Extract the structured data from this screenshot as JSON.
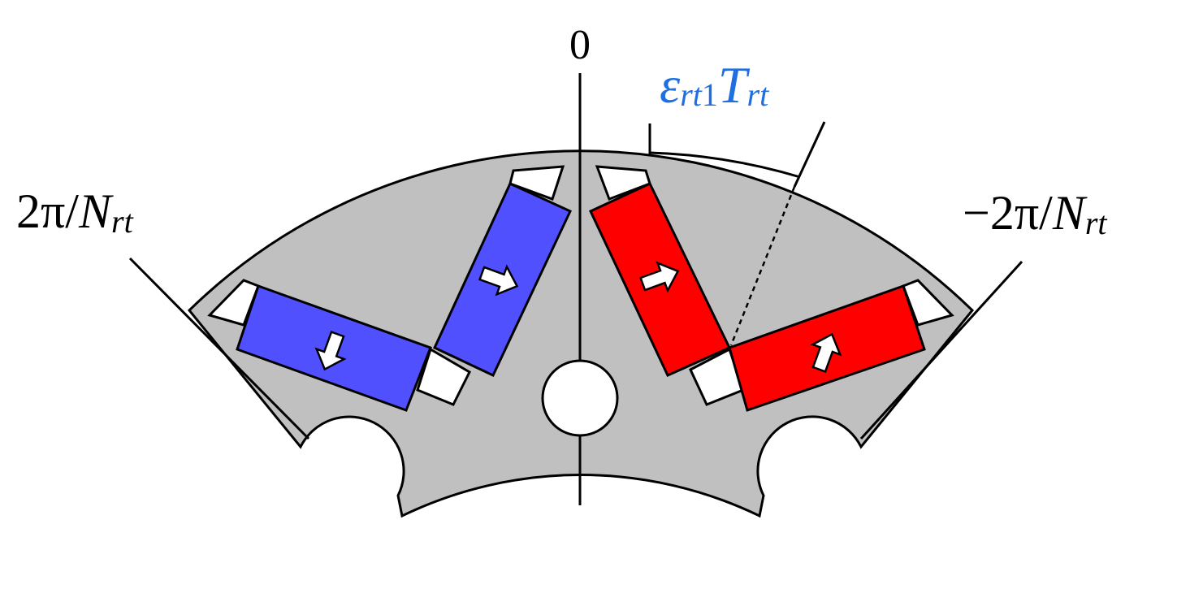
{
  "labels": {
    "zero": "0",
    "left_angle": {
      "prefix": "2π/",
      "var": "N",
      "sub": "rt"
    },
    "right_angle": {
      "prefix": "−2π/",
      "var": "N",
      "sub": "rt"
    },
    "offset": {
      "sym": "ε",
      "sub1": "rt",
      "num": "1",
      "var": "T",
      "sub2": "rt"
    }
  },
  "colors": {
    "core": "#c0c0c0",
    "magnet_left": "#5050ff",
    "magnet_right": "#ff0000",
    "offset_label": "#1f6fe0",
    "outline": "#000000"
  },
  "icons": [
    "magnetization-arrow-icon"
  ]
}
